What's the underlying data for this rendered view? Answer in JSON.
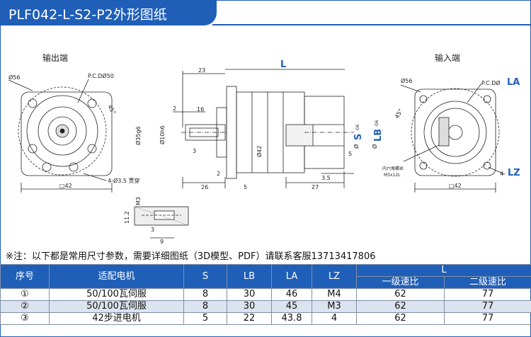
{
  "title": "PLF042-L-S2-P2外形图纸",
  "drawing": {
    "output_end_label": "输出端",
    "input_end_label": "输入端",
    "output_view": {
      "d56": "Ø56",
      "pcd": "P.C.DØ50",
      "angle45": "45°",
      "holes": "4-Ø3.5 贯穿",
      "square": "□42"
    },
    "side_view": {
      "L": "L",
      "d23": "23",
      "d2a": "2",
      "d16": "16",
      "d35": "Ø35g6",
      "d10": "Ø10h6",
      "d3": "3",
      "d42": "Ø42",
      "d2b": "2",
      "d26": "26",
      "d5a": "5",
      "d27": "27",
      "d5b": "5",
      "d35b": "3.5",
      "S": "S",
      "Sg6": "G6",
      "LB": "LB",
      "LBg6": "G6",
      "dS": "Ø",
      "dLB": "Ø"
    },
    "key_view": {
      "m3": "M3",
      "d112": "11.2",
      "d3": "3",
      "d9": "9"
    },
    "input_view": {
      "d56": "Ø56",
      "pcd": "P.C.DØ",
      "LA": "LA",
      "angle45": "45°",
      "screw": "内六角螺丝",
      "screw_size": "M3x12L",
      "lz_prefix": "4-",
      "LZ": "LZ",
      "square": "□42"
    }
  },
  "note": "※注：以下都是常用尺寸参数，需要详细图纸（3D模型、PDF）请联系客服13713417806",
  "table": {
    "headers": {
      "no": "序号",
      "motor": "适配电机",
      "S": "S",
      "LB": "LB",
      "LA": "LA",
      "LZ": "LZ",
      "L": "L",
      "stage1": "一级速比",
      "stage2": "二级速比"
    },
    "rows": [
      {
        "no": "①",
        "motor": "50/100瓦伺服",
        "S": "8",
        "LB": "30",
        "LA": "46",
        "LZ": "M4",
        "stage1": "62",
        "stage2": "77"
      },
      {
        "no": "②",
        "motor": "50/100瓦伺服",
        "S": "8",
        "LB": "30",
        "LA": "45",
        "LZ": "M3",
        "stage1": "62",
        "stage2": "77"
      },
      {
        "no": "③",
        "motor": "42步进电机",
        "S": "5",
        "LB": "22",
        "LA": "43.8",
        "LZ": "4",
        "stage1": "62",
        "stage2": "77"
      }
    ]
  },
  "colors": {
    "accent": "#1f5fb8",
    "row_alt": "#dce3f0"
  }
}
